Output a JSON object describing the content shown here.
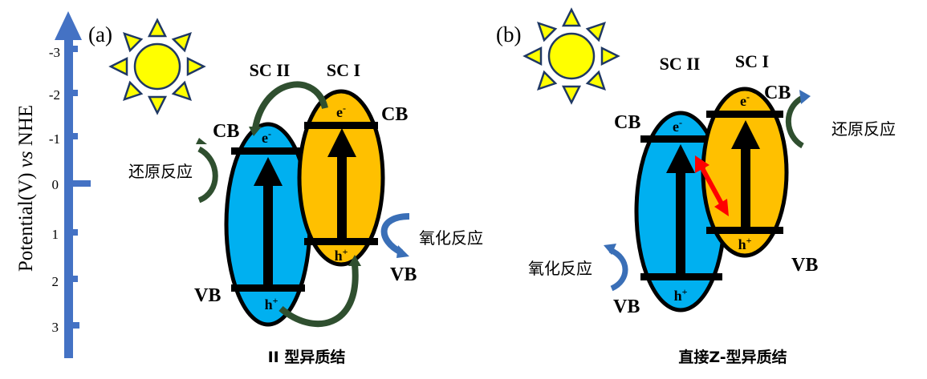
{
  "axis": {
    "label_prefix": "Potential(V) ",
    "label_italic": "vs",
    "label_suffix": " NHE",
    "ticks": [
      "-3",
      "-2",
      "-1",
      "0",
      "1",
      "2",
      "3"
    ],
    "color": "#4472C4"
  },
  "panel_a": {
    "tag": "(a)",
    "sc2": "SC II",
    "sc1": "SC I",
    "cb_left": "CB",
    "cb_right": "CB",
    "vb_left": "VB",
    "vb_right": "VB",
    "electron": "e",
    "hole": "h",
    "reduction": "还原反应",
    "oxidation": "氧化反应",
    "caption": "II 型异质结"
  },
  "panel_b": {
    "tag": "(b)",
    "sc2": "SC II",
    "sc1": "SC I",
    "cb_left": "CB",
    "cb_right": "CB",
    "vb_left": "VB",
    "vb_right": "VB",
    "electron": "e",
    "hole": "h",
    "reduction": "还原反应",
    "oxidation": "氧化反应",
    "caption": "直接Z-型异质结"
  },
  "colors": {
    "blue": "#00B0F0",
    "orange": "#FFC000",
    "sun": "#FFFF00",
    "arrow_green": "#2F4F2F",
    "arrow_blue": "#3A6FB7",
    "red": "#FF0000"
  }
}
